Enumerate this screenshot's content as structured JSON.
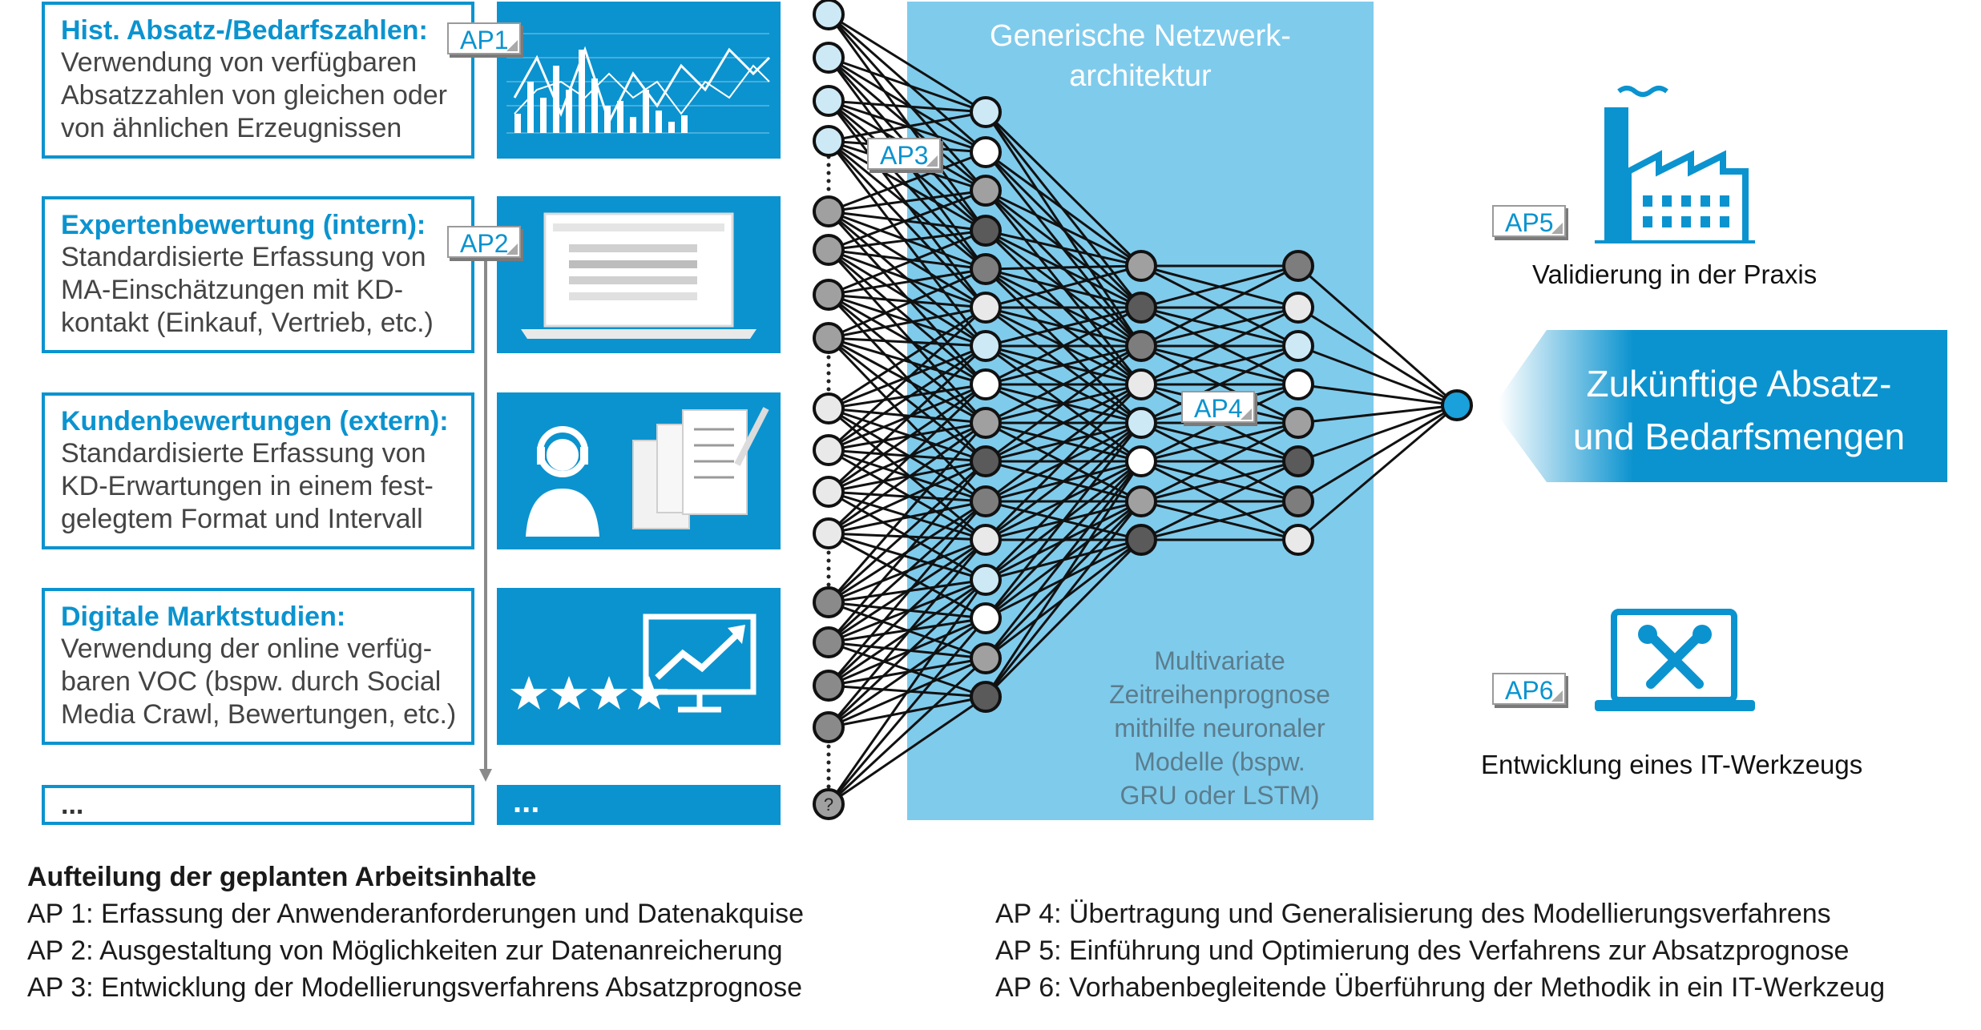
{
  "sources": [
    {
      "title": "Hist. Absatz-/Bedarfszahlen:",
      "lines": [
        "Verwendung von verfügbaren",
        "Absatzzahlen von gleichen oder",
        "von ähnlichen Erzeugnissen"
      ]
    },
    {
      "title": "Expertenbewertung (intern):",
      "lines": [
        "Standardisierte Erfassung von",
        "MA-Einschätzungen mit KD-",
        "kontakt (Einkauf, Vertrieb, etc.)"
      ]
    },
    {
      "title": "Kundenbewertungen (extern):",
      "lines": [
        "Standardisierte Erfassung von",
        "KD-Erwartungen in einem fest-",
        "gelegtem Format und Intervall"
      ]
    },
    {
      "title": "Digitale Marktstudien:",
      "lines": [
        "Verwendung der online verfüg-",
        "baren VOC (bspw. durch Social",
        "Media Crawl, Bewertungen, etc.)"
      ]
    }
  ],
  "more_left": "...",
  "more_right": "...",
  "ap_tags": {
    "ap1": "AP1",
    "ap2": "AP2",
    "ap3": "AP3",
    "ap4": "AP4",
    "ap5": "AP5",
    "ap6": "AP6"
  },
  "network": {
    "title_line1": "Generische Netzwerk-",
    "title_line2": "architektur",
    "note": [
      "Multivariate",
      "Zeitreihenprognose",
      "mithilfe neuronaler",
      "Modelle (bspw.",
      "GRU oder LSTM)"
    ],
    "unknown_node": "?"
  },
  "output": {
    "line1": "Zukünftige Absatz-",
    "line2": "und Bedarfsmengen"
  },
  "right": {
    "validation": "Validierung in der Praxis",
    "tool": "Entwicklung eines IT-Werkzeugs"
  },
  "legend": {
    "title": "Aufteilung der geplanten Arbeitsinhalte",
    "items": [
      "AP 1: Erfassung der Anwenderanforderungen und Datenakquise",
      "AP 2: Ausgestaltung von Möglichkeiten zur Datenanreicherung",
      "AP 3: Entwicklung der Modellierungsverfahrens Absatzprognose",
      "AP 4: Übertragung und Generalisierung des Modellierungsverfahrens",
      "AP 5: Einführung und Optimierung des Verfahrens zur Absatzprognose",
      "AP 6: Vorhabenbegleitende Überführung der Methodik in ein IT-Werkzeug"
    ]
  },
  "colors": {
    "accent": "#0b93cf",
    "net_bg": "#7fcbec"
  }
}
